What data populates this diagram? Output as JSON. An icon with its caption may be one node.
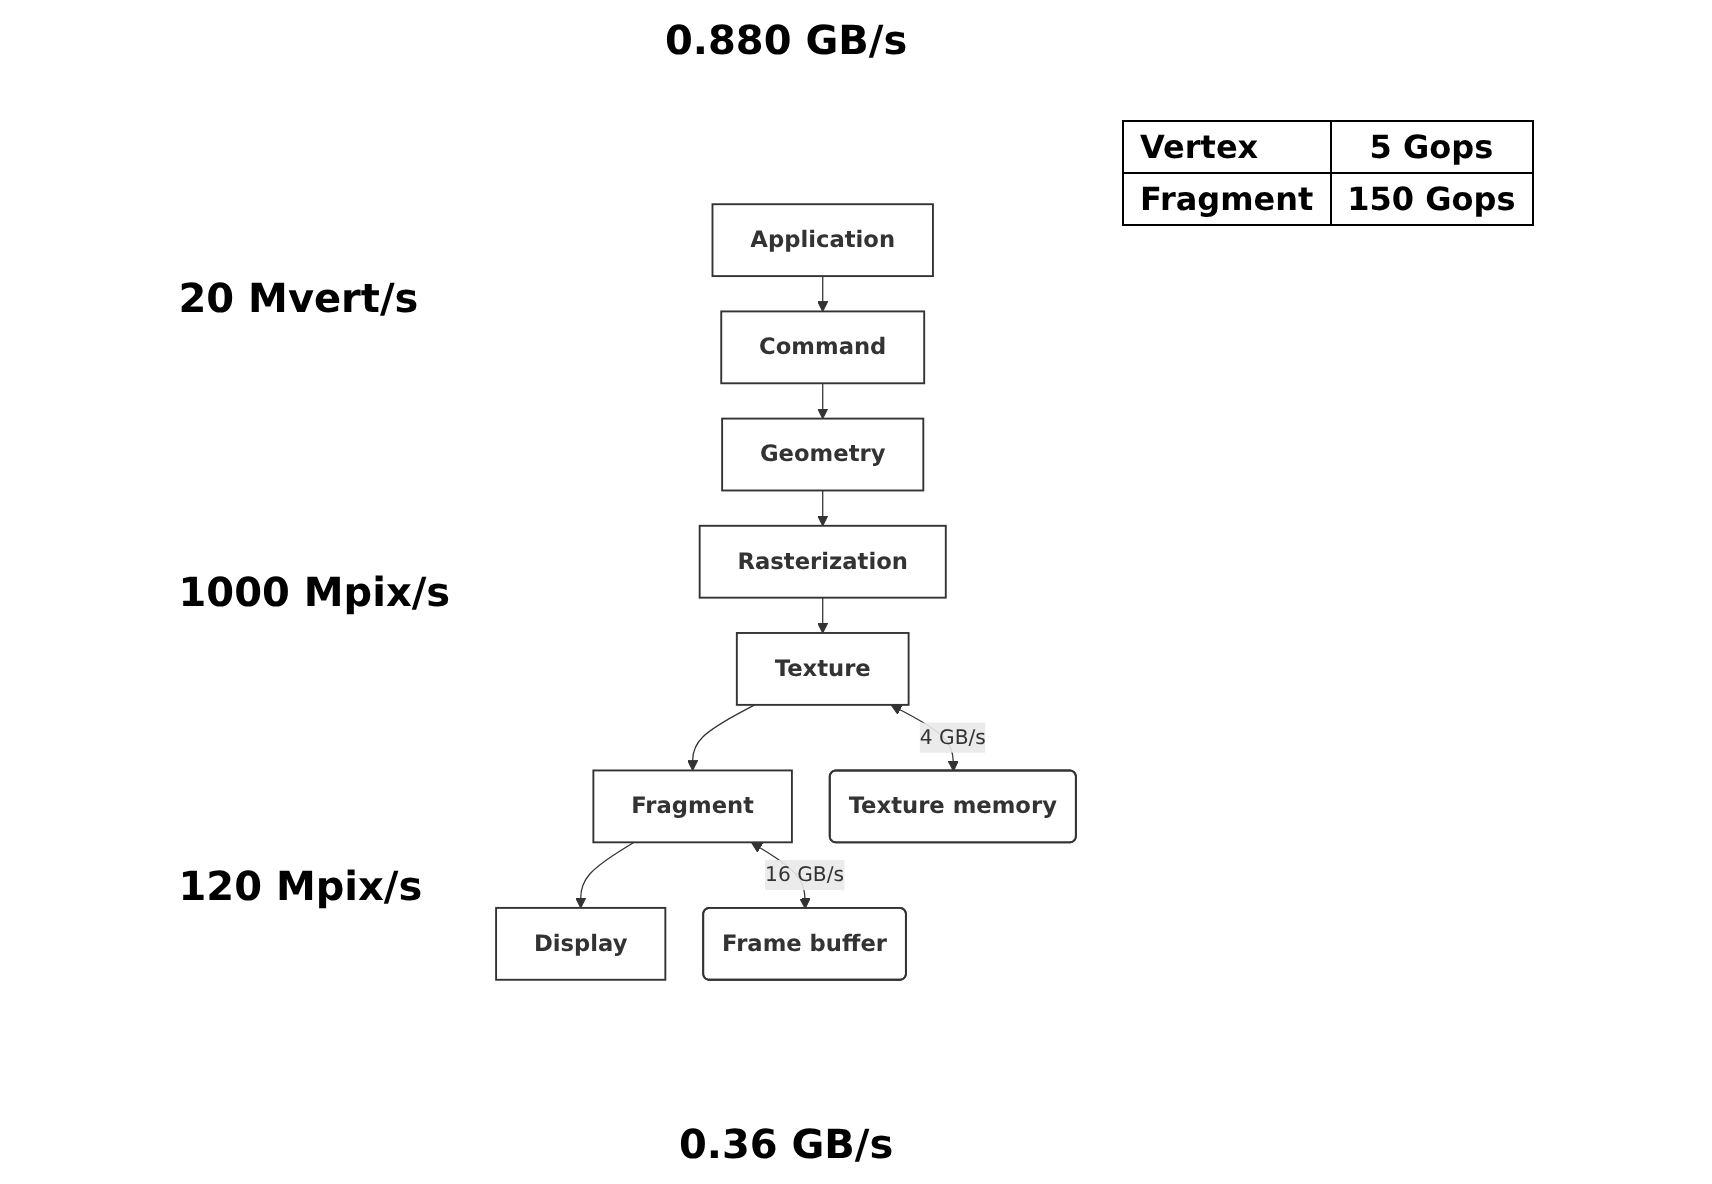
{
  "diagram": {
    "nodes": [
      {
        "text": [
          "Application"
        ]
      },
      {
        "text": [
          "Command"
        ]
      },
      {
        "text": [
          "Geometry"
        ]
      },
      {
        "text": [
          "Rasterization"
        ]
      },
      {
        "text": [
          "Texture"
        ]
      },
      {
        "text": [
          "Fragment"
        ]
      },
      {
        "text": [
          "Display"
        ]
      },
      {
        "text": [
          "Texture memory"
        ]
      },
      {
        "text": [
          "Frame buffer"
        ]
      }
    ],
    "edges": [
      {
        "from": 0,
        "to": 1,
        "arrow": "to"
      },
      {
        "from": 1,
        "to": 2,
        "arrow": "to"
      },
      {
        "from": 2,
        "to": 3,
        "arrow": "to"
      },
      {
        "from": 3,
        "to": 4,
        "arrow": "to"
      },
      {
        "from": 4,
        "to": 5,
        "arrow": "to"
      },
      {
        "from": 5,
        "to": 6,
        "arrow": "to"
      },
      {
        "from": 4,
        "to": 7,
        "arrow": "both",
        "label": "4 GB/s"
      },
      {
        "from": 5,
        "to": 8,
        "arrow": "both",
        "label": "16 GB/s"
      }
    ],
    "labels": [
      "0.880 GB/s",
      "20 Mvert/s",
      "1000 Mpix/s",
      "120 Mpix/s",
      "0.36 GB/s",
      "Vertex",
      "5 Gops",
      "Fragment",
      "150 Gops"
    ]
  }
}
